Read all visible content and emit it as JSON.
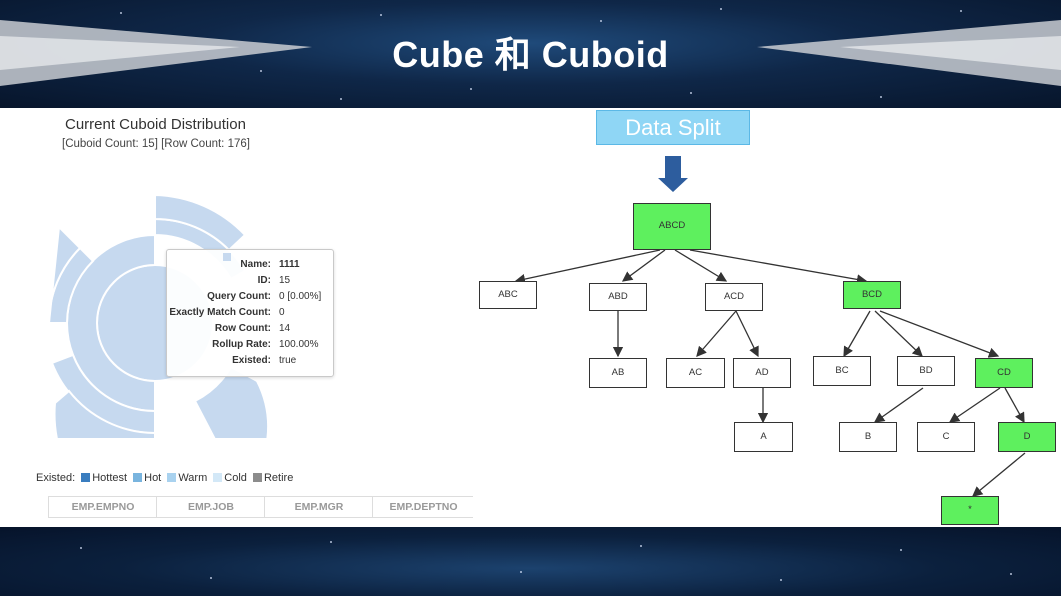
{
  "slide": {
    "title": "Cube 和 Cuboid"
  },
  "left_panel": {
    "title": "Current Cuboid Distribution",
    "subtitle": "[Cuboid Count: 15] [Row Count: 176]",
    "tooltip": {
      "rows": [
        {
          "key": "Name:",
          "value": "1111"
        },
        {
          "key": "ID:",
          "value": "15"
        },
        {
          "key": "Query Count:",
          "value": "0 [0.00%]"
        },
        {
          "key": "Exactly Match Count:",
          "value": "0"
        },
        {
          "key": "Row Count:",
          "value": "14"
        },
        {
          "key": "Rollup Rate:",
          "value": "100.00%"
        },
        {
          "key": "Existed:",
          "value": "true"
        }
      ]
    },
    "legend": {
      "label": "Existed:",
      "items": [
        {
          "name": "Hottest",
          "color": "#3a7dbf"
        },
        {
          "name": "Hot",
          "color": "#79b4de"
        },
        {
          "name": "Warm",
          "color": "#a9d2ef"
        },
        {
          "name": "Cold",
          "color": "#d3e8f7"
        },
        {
          "name": "Retire",
          "color": "#8c8c8c"
        }
      ]
    },
    "columns": [
      "EMP.EMPNO",
      "EMP.JOB",
      "EMP.MGR",
      "EMP.DEPTNO"
    ],
    "sunburst_color": "#c6d9ef"
  },
  "right_panel": {
    "data_split_label": "Data Split",
    "nodes": {
      "abcd": "ABCD",
      "abc": "ABC",
      "abd": "ABD",
      "acd": "ACD",
      "bcd": "BCD",
      "ab": "AB",
      "ac": "AC",
      "ad": "AD",
      "bc": "BC",
      "bd": "BD",
      "cd": "CD",
      "a": "A",
      "b": "B",
      "c": "C",
      "d": "D",
      "star": "*"
    },
    "highlight_color": "#5ef05e"
  }
}
